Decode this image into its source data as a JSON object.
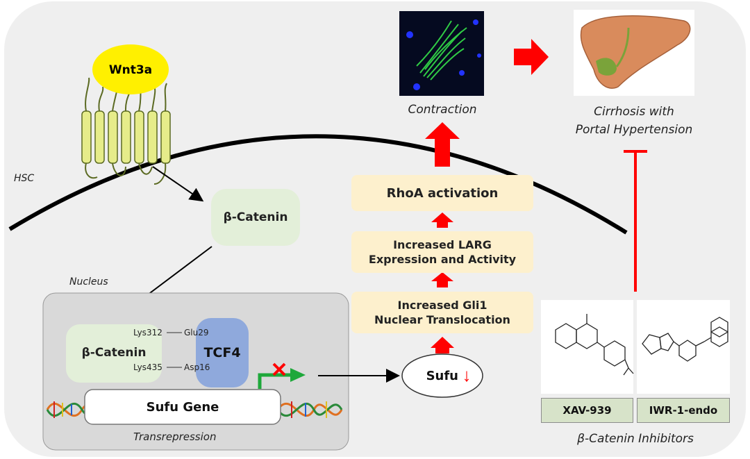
{
  "receptor": {
    "ligand": "Wnt3a"
  },
  "hsc_label": "HSC",
  "beta_catenin": "β-Catenin",
  "nucleus": {
    "label": "Nucleus",
    "beta_catenin": "β-Catenin",
    "tcf4": "TCF4",
    "bonds": [
      "Lys312",
      "Glu29",
      "Lys435",
      "Asp16"
    ],
    "gene": "Sufu Gene",
    "caption": "Transrepression"
  },
  "sufu": {
    "label": "Sufu",
    "arrow": "↓"
  },
  "pathway": [
    "Increased Gli1\nNuclear Translocation",
    "Increased LARG\nExpression and Activity",
    "RhoA activation"
  ],
  "contraction": "Contraction",
  "cirrhosis": "Cirrhosis with\nPortal Hypertension",
  "inhibitors": {
    "items": [
      "XAV-939",
      "IWR-1-endo"
    ],
    "caption": "β-Catenin Inhibitors"
  },
  "colors": {
    "red": "#ff0000",
    "green": "#1ea83a",
    "step_bg": "#fdf0cd",
    "green_box": "#e3efd9",
    "tcf4": "#8fa9dc"
  }
}
